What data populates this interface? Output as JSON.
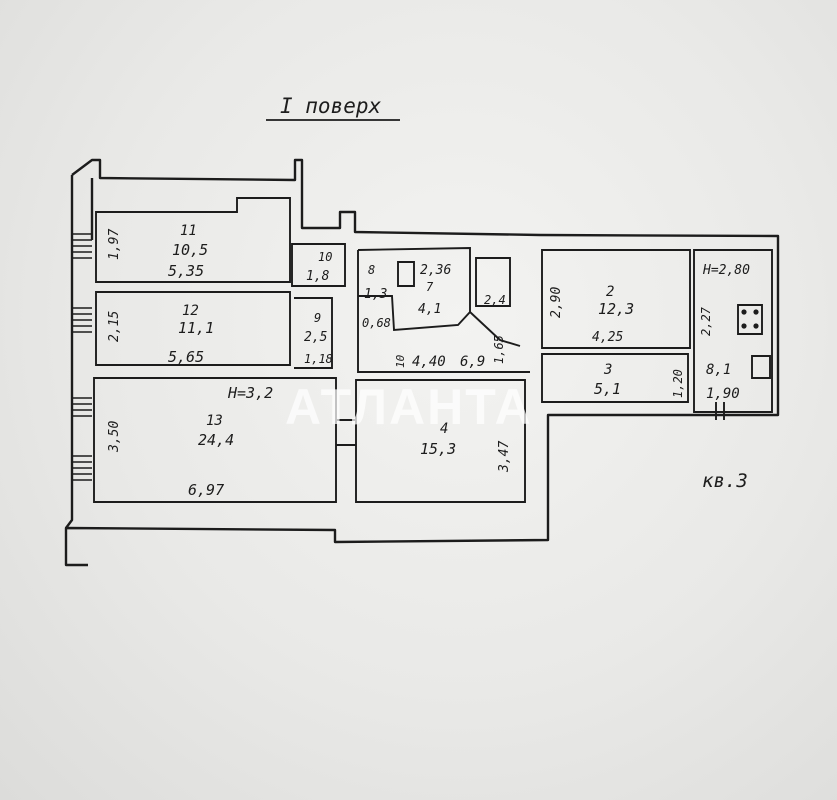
{
  "title": "I поверх",
  "apartment_label": "кв.3",
  "watermark": "АТЛАНТА",
  "heights": {
    "main": "H=3,2",
    "kitchen": "H=2,80"
  },
  "rooms": [
    {
      "num": "11",
      "area": "10,5",
      "dims": [
        "5,35",
        "1,97"
      ]
    },
    {
      "num": "12",
      "area": "11,1",
      "dims": [
        "5,65",
        "2,15"
      ]
    },
    {
      "num": "13",
      "area": "24,4",
      "dims": [
        "6,97",
        "3,50"
      ]
    },
    {
      "num": "10",
      "area": "1,8",
      "dims": []
    },
    {
      "num": "9",
      "area": "2,5",
      "dims": [
        "1,18"
      ]
    },
    {
      "num": "8",
      "area": "1,3",
      "dims": [
        "0,68"
      ]
    },
    {
      "num": "7",
      "area": "2,36",
      "dims": []
    },
    {
      "num": "",
      "area": "4,1",
      "dims": []
    },
    {
      "num": "",
      "area": "2,4",
      "dims": []
    },
    {
      "num": "10",
      "area": "4,40",
      "dims": [
        "6,9",
        "1,65"
      ]
    },
    {
      "num": "4",
      "area": "15,3",
      "dims": [
        "3,47"
      ]
    },
    {
      "num": "2",
      "area": "12,3",
      "dims": [
        "2,90",
        "4,25"
      ]
    },
    {
      "num": "3",
      "area": "5,1",
      "dims": [
        "1,20"
      ]
    },
    {
      "num": "",
      "area": "8,1",
      "dims": [
        "1,90",
        "2,27"
      ]
    }
  ]
}
